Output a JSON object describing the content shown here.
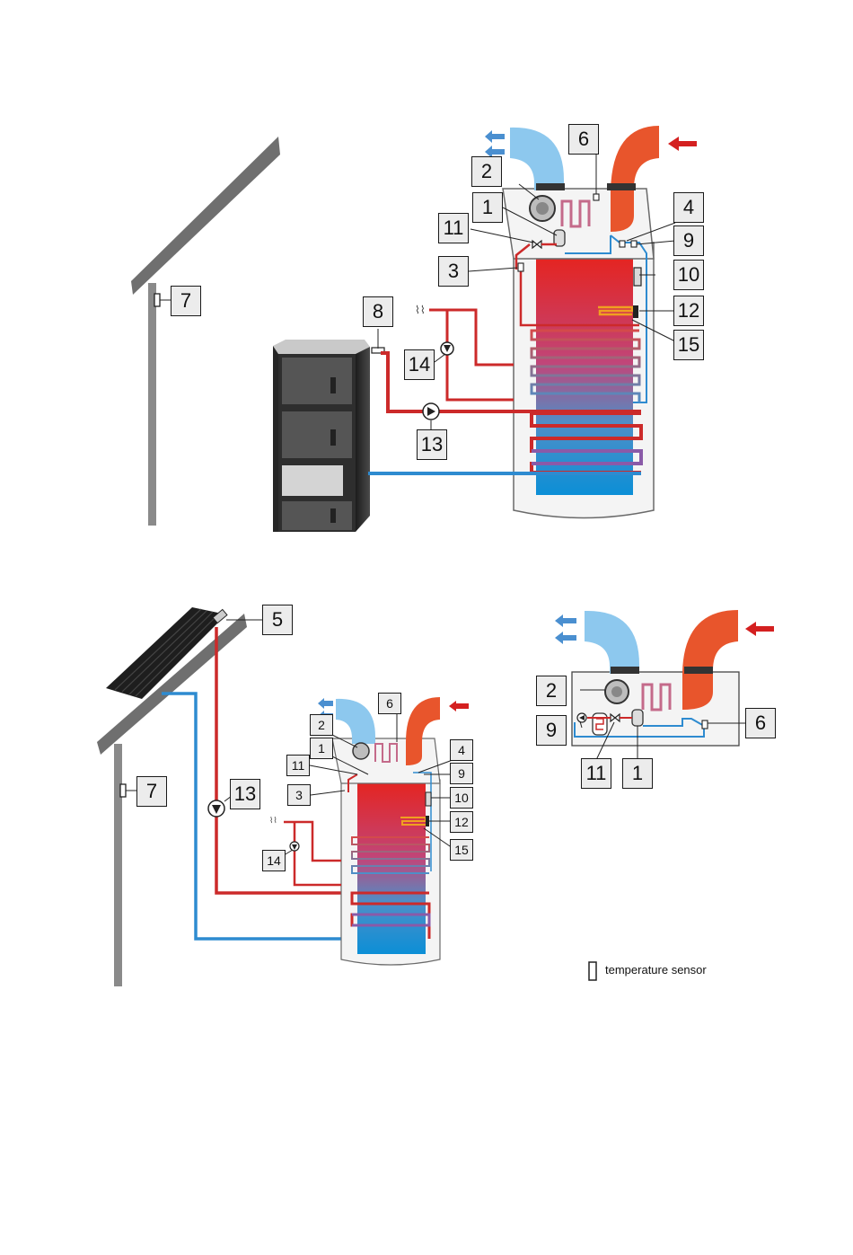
{
  "colors": {
    "hot_pipe": "#cc2a2a",
    "cold_pipe": "#2e8bd0",
    "exhaust_duct": "#8dc8ee",
    "intake_duct": "#e8552c",
    "tank_top": "#e52420",
    "tank_bottom": "#0c8fd6",
    "arrow_in": "#d42020",
    "arrow_out": "#4a8fd0"
  },
  "labels": {
    "d1": [
      "1",
      "2",
      "3",
      "4",
      "6",
      "7",
      "8",
      "9",
      "10",
      "11",
      "12",
      "13",
      "14",
      "15"
    ],
    "d2": [
      "1",
      "2",
      "3",
      "4",
      "5",
      "6",
      "7",
      "9",
      "10",
      "11",
      "12",
      "13",
      "14",
      "15"
    ],
    "d3": [
      "1",
      "2",
      "6",
      "9",
      "11"
    ]
  },
  "legend": {
    "text": "temperature sensor"
  }
}
